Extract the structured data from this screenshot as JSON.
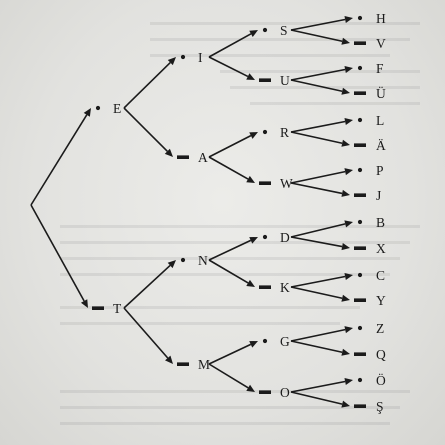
{
  "tree": {
    "children": [
      {
        "label": "E",
        "signal": "dot",
        "children": [
          {
            "label": "I",
            "signal": "dot",
            "children": [
              {
                "label": "S",
                "signal": "dot",
                "children": [
                  {
                    "label": "H",
                    "signal": "dot"
                  },
                  {
                    "label": "V",
                    "signal": "dash"
                  }
                ]
              },
              {
                "label": "U",
                "signal": "dash",
                "children": [
                  {
                    "label": "F",
                    "signal": "dot"
                  },
                  {
                    "label": "Ü",
                    "signal": "dash"
                  }
                ]
              }
            ]
          },
          {
            "label": "A",
            "signal": "dash",
            "children": [
              {
                "label": "R",
                "signal": "dot",
                "children": [
                  {
                    "label": "L",
                    "signal": "dot"
                  },
                  {
                    "label": "Ä",
                    "signal": "dash"
                  }
                ]
              },
              {
                "label": "W",
                "signal": "dash",
                "children": [
                  {
                    "label": "P",
                    "signal": "dot"
                  },
                  {
                    "label": "J",
                    "signal": "dash"
                  }
                ]
              }
            ]
          }
        ]
      },
      {
        "label": "T",
        "signal": "dash",
        "children": [
          {
            "label": "N",
            "signal": "dot",
            "children": [
              {
                "label": "D",
                "signal": "dot",
                "children": [
                  {
                    "label": "B",
                    "signal": "dot"
                  },
                  {
                    "label": "X",
                    "signal": "dash"
                  }
                ]
              },
              {
                "label": "K",
                "signal": "dash",
                "children": [
                  {
                    "label": "C",
                    "signal": "dot"
                  },
                  {
                    "label": "Y",
                    "signal": "dash"
                  }
                ]
              }
            ]
          },
          {
            "label": "M",
            "signal": "dash",
            "children": [
              {
                "label": "G",
                "signal": "dot",
                "children": [
                  {
                    "label": "Z",
                    "signal": "dot"
                  },
                  {
                    "label": "Q",
                    "signal": "dash"
                  }
                ]
              },
              {
                "label": "O",
                "signal": "dash",
                "children": [
                  {
                    "label": "Ö",
                    "signal": "dot"
                  },
                  {
                    "label": "Ş",
                    "signal": "dash"
                  }
                ]
              }
            ]
          }
        ]
      }
    ]
  }
}
